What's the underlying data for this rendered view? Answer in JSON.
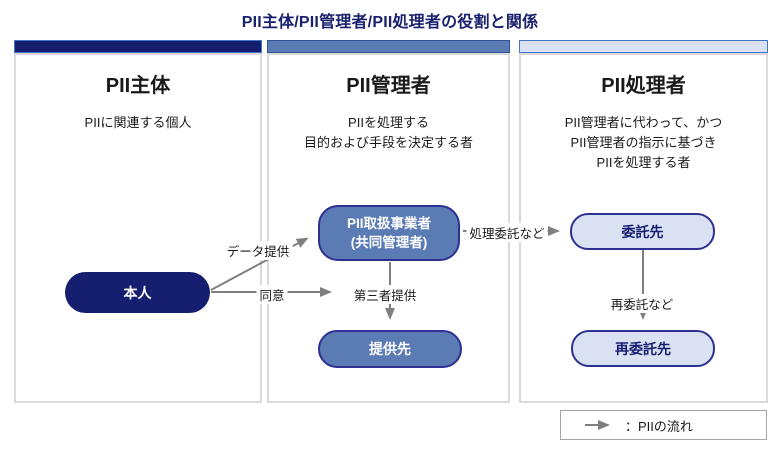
{
  "title": "PII主体/PII管理者/PII処理者の役割と関係",
  "columns": [
    {
      "header": "PII主体",
      "description": "PIIに関連する個人"
    },
    {
      "header": "PII管理者",
      "description": "PIIを処理する\n目的および手段を決定する者"
    },
    {
      "header": "PII処理者",
      "description": "PII管理者に代わって、かつ\nPII管理者の指示に基づき\nPIIを処理する者"
    }
  ],
  "nodes": {
    "principal": {
      "label": "本人"
    },
    "business_operator": {
      "label": "PII取扱事業者\n(共同管理者)"
    },
    "recipient": {
      "label": "提供先"
    },
    "contractor": {
      "label": "委託先"
    },
    "subcontractor": {
      "label": "再委託先"
    }
  },
  "edges": {
    "data_provision": "データ提供",
    "consent": "同意",
    "third_party_provision": "第三者提供",
    "processing_outsourcing": "処理委託など",
    "re_outsourcing": "再委託など"
  },
  "legend": {
    "arrow_meaning": "：PIIの流れ"
  },
  "colors": {
    "navy": "#161F6F",
    "medium_blue": "#5B7BB5",
    "light_blue": "#D9E1F2",
    "node_border": "#2E3192",
    "arrow_gray": "#7F7F7F",
    "column_border": "#D9D9D9"
  }
}
